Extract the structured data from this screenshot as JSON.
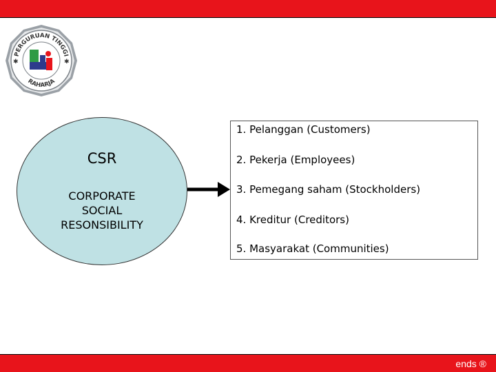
{
  "header": {
    "color": "#e8141b"
  },
  "logo": {
    "top_text": "PERGURUAN TINGGI",
    "bottom_text": "RAHARJA"
  },
  "circle": {
    "title": "CSR",
    "subtitle": "CORPORATE\nSOCIAL\nRESONSIBILITY"
  },
  "stakeholders": [
    "1. Pelanggan (Customers)",
    "2. Pekerja (Employees)",
    "3. Pemegang saham (Stockholders)",
    "4. Kreditur (Creditors)",
    "5. Masyarakat (Communities)"
  ],
  "footer": {
    "text": "ends ®",
    "color": "#e8141b"
  }
}
